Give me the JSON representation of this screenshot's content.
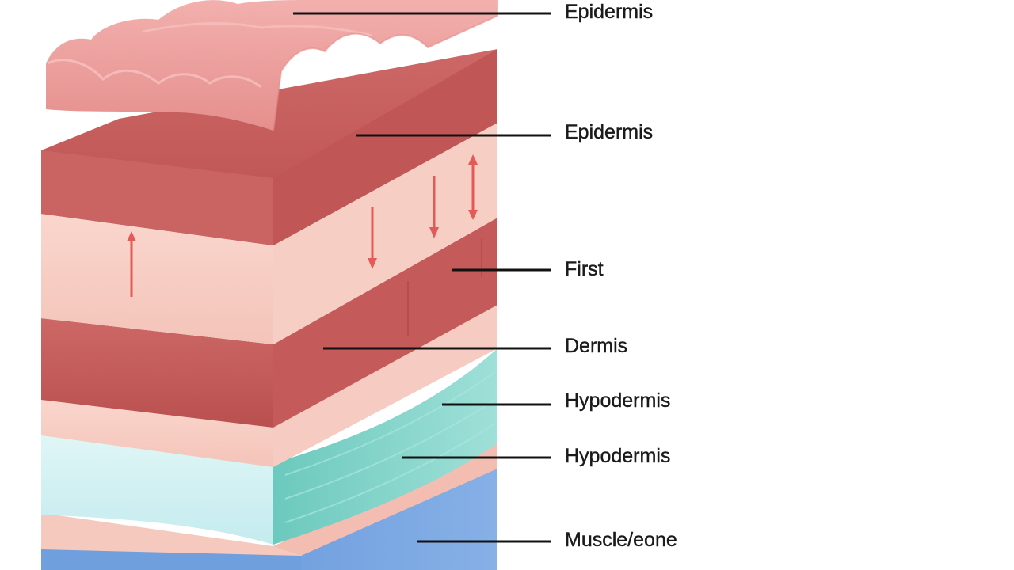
{
  "labels": [
    {
      "id": "epidermis-top",
      "text": "Epidermis"
    },
    {
      "id": "epidermis",
      "text": "Epidermis"
    },
    {
      "id": "first",
      "text": "First"
    },
    {
      "id": "dermis",
      "text": "Dermis"
    },
    {
      "id": "hypodermis-1",
      "text": "Hypodermis"
    },
    {
      "id": "hypodermis-2",
      "text": "Hypodermis"
    },
    {
      "id": "muscle-bone",
      "text": "Muscle/eone"
    }
  ],
  "colors": {
    "skin_pink": "#eea19f",
    "dermis_red": "#c9605f",
    "pale_pink": "#f8cfc5",
    "teal": "#7fd3c8",
    "light_cyan": "#d6f2f2",
    "blue": "#6f9fdd",
    "arrow_red": "#e25b58",
    "leader_line": "#111111"
  }
}
